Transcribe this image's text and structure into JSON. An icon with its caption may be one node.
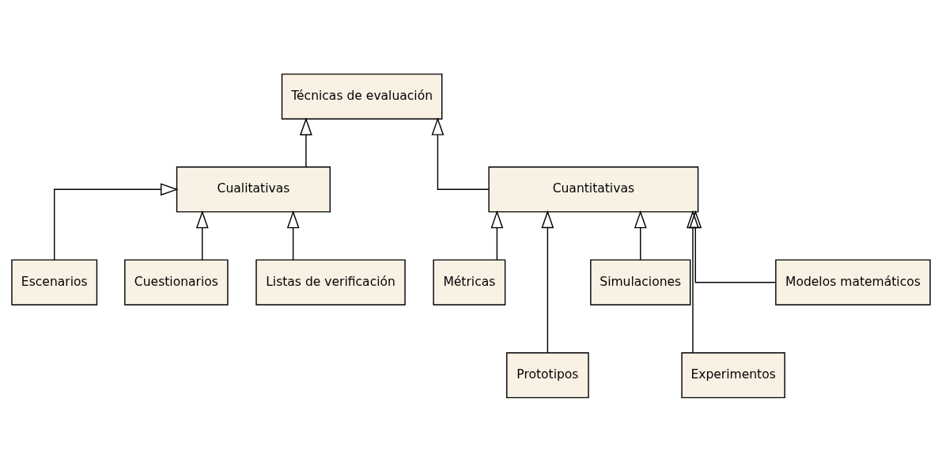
{
  "diagram": {
    "nodes": [
      {
        "text": [
          "Técnicas de evaluación"
        ]
      },
      {
        "text": [
          "Cualitativas"
        ]
      },
      {
        "text": [
          "Cuantitativas"
        ]
      },
      {
        "text": [
          "Escenarios"
        ]
      },
      {
        "text": [
          "Cuestionarios"
        ]
      },
      {
        "text": [
          "Listas de verificación"
        ]
      },
      {
        "text": [
          "Métricas"
        ]
      },
      {
        "text": [
          "Prototipos"
        ]
      },
      {
        "text": [
          "Simulaciones"
        ]
      },
      {
        "text": [
          "Experimentos"
        ]
      },
      {
        "text": [
          "Modelos matemáticos"
        ]
      }
    ],
    "edges": [
      {
        "from": 1,
        "to": 0,
        "arrow": "to"
      },
      {
        "from": 2,
        "to": 0,
        "arrow": "to"
      },
      {
        "from": 3,
        "to": 1,
        "arrow": "to"
      },
      {
        "from": 4,
        "to": 1,
        "arrow": "to"
      },
      {
        "from": 5,
        "to": 1,
        "arrow": "to"
      },
      {
        "from": 6,
        "to": 2,
        "arrow": "to"
      },
      {
        "from": 7,
        "to": 2,
        "arrow": "to"
      },
      {
        "from": 8,
        "to": 2,
        "arrow": "to"
      },
      {
        "from": 9,
        "to": 2,
        "arrow": "to"
      },
      {
        "from": 10,
        "to": 2,
        "arrow": "to"
      }
    ]
  }
}
